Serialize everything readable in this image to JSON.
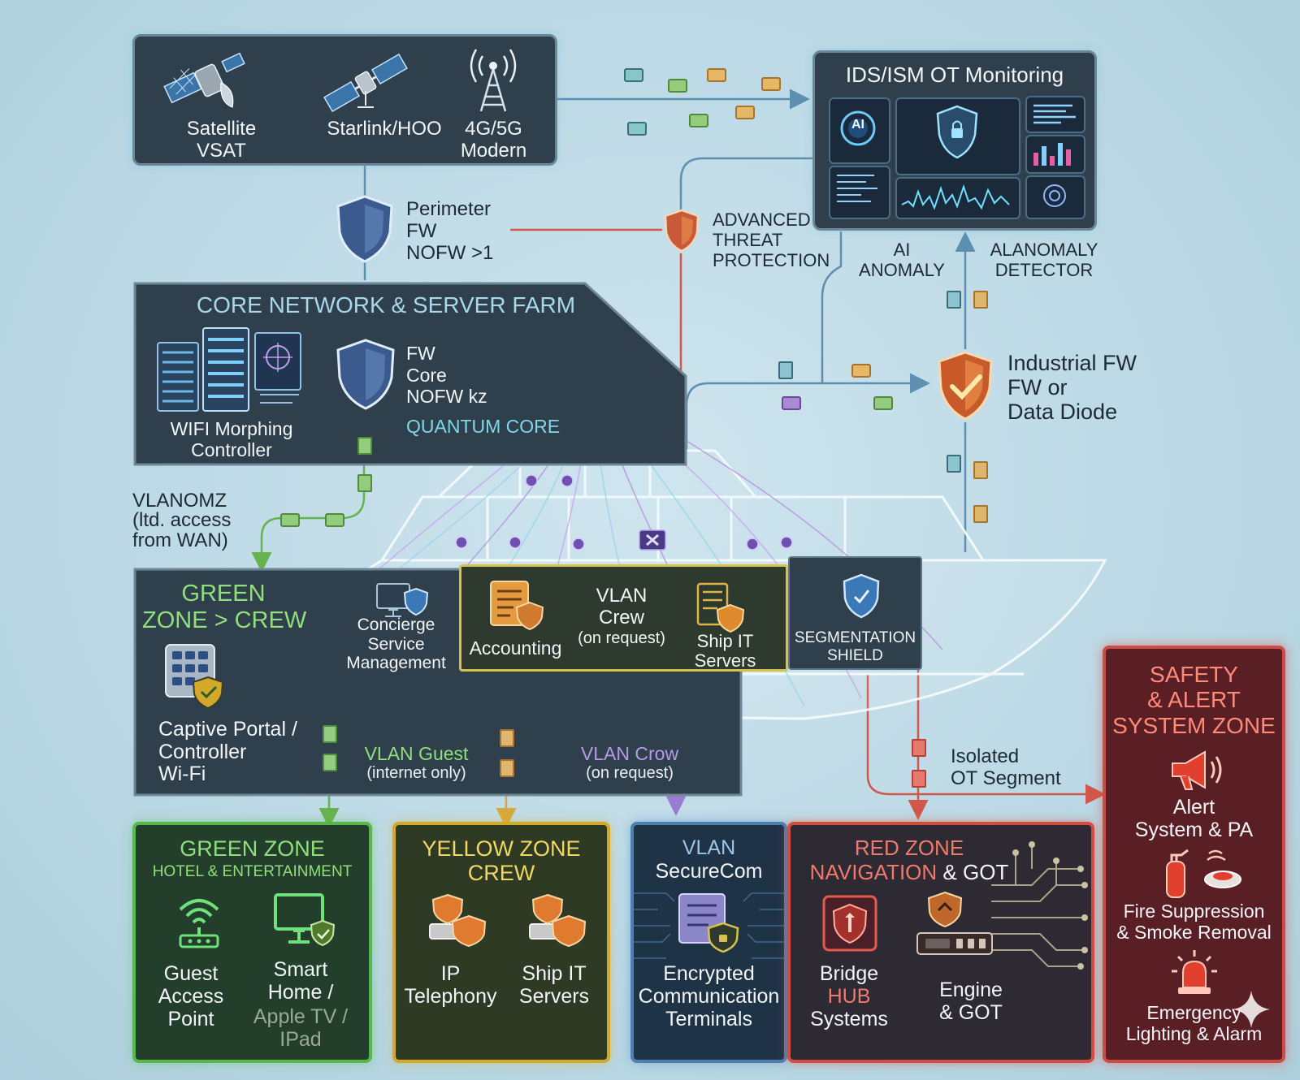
{
  "wan": {
    "satellite": [
      "Satellite",
      "VSAT"
    ],
    "starlink": "Starlink/HOO",
    "modem": [
      "4G/5G",
      "Modern"
    ]
  },
  "perimeter_fw": [
    "Perimeter",
    "FW",
    "NOFW >1"
  ],
  "advanced_threat": [
    "ADVANCED",
    "THREAT",
    "PROTECTION"
  ],
  "ids": {
    "title": "IDS/ISM OT Monitoring",
    "ai_badge": "AI",
    "ai_anomaly": [
      "AI",
      "ANOMALY"
    ],
    "anomaly_detector": [
      "ALANOMALY",
      "DETECTOR"
    ]
  },
  "core": {
    "title": "CORE NETWORK & SERVER FARM",
    "wifi": [
      "WIFI Morphing",
      "Controller"
    ],
    "fw": [
      "FW",
      "Core",
      "NOFW kz"
    ],
    "quantum": "QUANTUM CORE"
  },
  "industrial_fw": [
    "Industrial FW",
    "FW or",
    "Data Diode"
  ],
  "vlan_dmz": [
    "VLANOMZ",
    "(ltd. access",
    "from WAN)"
  ],
  "crew_panel": {
    "zone": [
      "GREEN",
      "ZONE > CREW"
    ],
    "concierge": [
      "Concierge",
      "Service",
      "Management"
    ],
    "accounting": "Accounting",
    "vlan_crew": [
      "VLAN",
      "Crew",
      "(on request)"
    ],
    "ship_it": [
      "Ship IT",
      "Servers"
    ],
    "segmentation": [
      "SEGMENTATION",
      "SHIELD"
    ],
    "captive": [
      "Captive Portal /",
      "Controller",
      "Wi-Fi"
    ],
    "vlan_guest": [
      "VLAN Guest",
      "(internet only)"
    ],
    "vlan_crow": [
      "VLAN Crow",
      "(on request)"
    ]
  },
  "isolated_ot": [
    "Isolated",
    "OT Segment"
  ],
  "zones": {
    "green": {
      "title": "GREEN ZONE",
      "subtitle": "HOTEL & ENTERTAINMENT",
      "guest_ap": [
        "Guest",
        "Access",
        "Point"
      ],
      "smart_home": [
        "Smart",
        "Home /"
      ],
      "apple_tv": [
        "Apple TV /",
        "IPad"
      ]
    },
    "yellow": {
      "title": [
        "YELLOW ZONE",
        "CREW"
      ],
      "telephony": [
        "IP",
        "Telephony"
      ],
      "ship_it": [
        "Ship IT",
        "Servers"
      ]
    },
    "blue": {
      "title": [
        "VLAN",
        "SecureCom"
      ],
      "terminals": [
        "Encrypted",
        "Communication",
        "Terminals"
      ]
    },
    "red": {
      "title_part1": "RED ZONE",
      "title_part2": "NAVIGATION",
      "title_part3": "& GOT",
      "bridge": "Bridge",
      "hub": "HUB",
      "systems": "Systems",
      "engine": [
        "Engine",
        "& GOT"
      ]
    },
    "safety": {
      "title": [
        "SAFETY",
        "& ALERT",
        "SYSTEM ZONE"
      ],
      "alert": [
        "Alert",
        "System & PA"
      ],
      "fire": [
        "Fire Suppression",
        "& Smoke Removal"
      ],
      "emergency": [
        "Emergency",
        "Lighting & Alarm"
      ]
    }
  },
  "colors": {
    "green": "#57b748",
    "yellow": "#d2a92b",
    "blue": "#4f7fae",
    "red": "#d24d40",
    "link": "#5d8fb0",
    "threat": "#d0574a"
  }
}
